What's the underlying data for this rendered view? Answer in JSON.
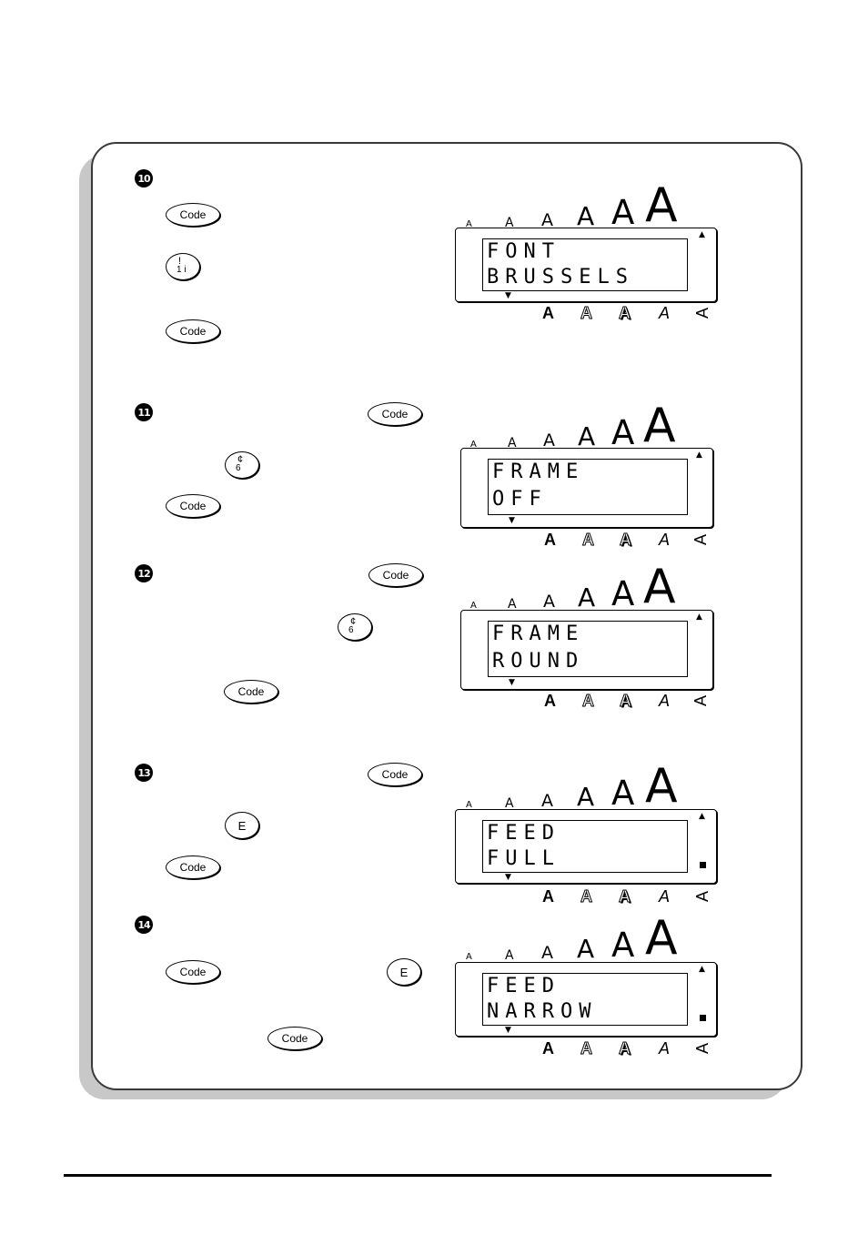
{
  "steps": [
    {
      "number": "10",
      "keys": [
        {
          "label": "Code"
        },
        {
          "top": "!",
          "bottom": "1 i"
        },
        {
          "label": "Code"
        }
      ],
      "lcd": {
        "line1": "FONT",
        "line2": "BRUSSELS",
        "indicator": "none"
      }
    },
    {
      "number": "11",
      "keys": [
        {
          "label": "Code"
        },
        {
          "top": "¢",
          "bottom": "6"
        },
        {
          "label": "Code"
        }
      ],
      "lcd": {
        "line1": "FRAME",
        "line2": "OFF",
        "indicator": "none"
      }
    },
    {
      "number": "12",
      "keys": [
        {
          "label": "Code"
        },
        {
          "top": "¢",
          "bottom": "6"
        },
        {
          "label": "Code"
        }
      ],
      "lcd": {
        "line1": "FRAME",
        "line2": "ROUND",
        "indicator": "none"
      }
    },
    {
      "number": "13",
      "keys": [
        {
          "label": "Code"
        },
        {
          "label": "E"
        },
        {
          "label": "Code"
        }
      ],
      "lcd": {
        "line1": "FEED",
        "line2": "FULL",
        "indicator": "square"
      }
    },
    {
      "number": "14",
      "keys": [
        {
          "label": "Code"
        },
        {
          "label": "E"
        },
        {
          "label": "Code"
        }
      ],
      "lcd": {
        "line1": "FEED",
        "line2": "NARROW",
        "indicator": "square"
      }
    }
  ],
  "size_indicator_glyph": "A",
  "style_indicator_glyph": "A",
  "arrows": {
    "up": "▲",
    "down": "▼"
  }
}
